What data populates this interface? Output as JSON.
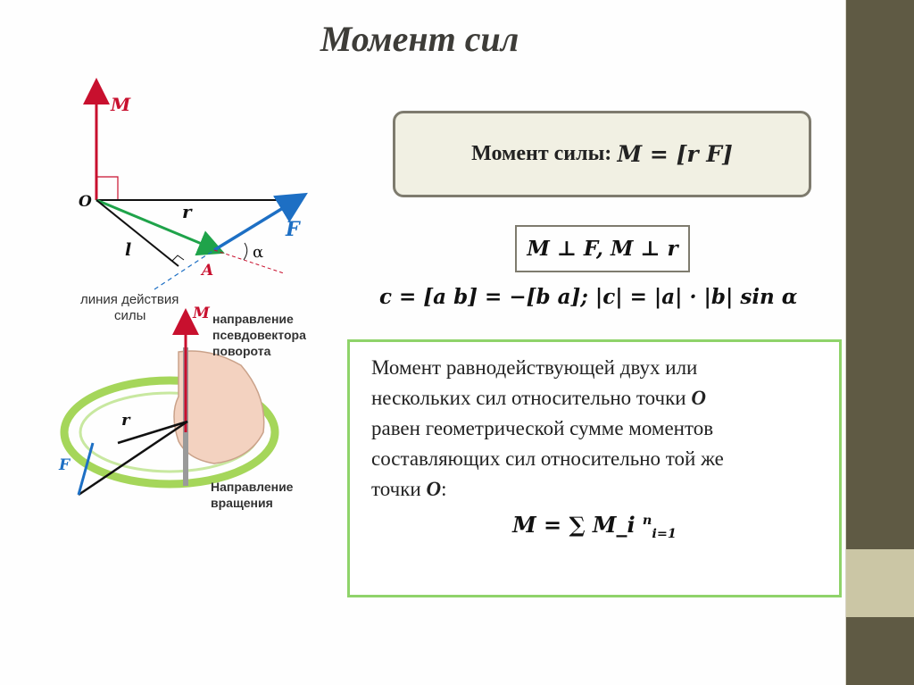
{
  "title": "Момент сил",
  "formula_box": {
    "label": "Момент силы:",
    "equation": "M = [r F]"
  },
  "perp_box": {
    "text": "M ⊥ F, M ⊥ r"
  },
  "cross_product_line": "c = [a b] = −[b a]; |c| = |a| · |b| sin α",
  "green_box": {
    "text_line1": "Момент равнодействующей двух или",
    "text_line2_a": "нескольких сил относительно точки ",
    "text_line2_b": "O",
    "text_line3": "равен геометрической сумме моментов",
    "text_line4": "составляющих сил относительно той же",
    "text_line5_a": "точки ",
    "text_line5_b": "O",
    "text_line5_c": ":",
    "sum_formula": "M = ∑ M_i",
    "sum_upper": "n",
    "sum_lower": "i=1"
  },
  "figure_top": {
    "label_M": "M",
    "label_O": "O",
    "label_r": "r",
    "label_l": "l",
    "label_F": "F",
    "label_A": "A",
    "label_alpha": "α",
    "caption_line1": "линия действия",
    "caption_line2": "силы"
  },
  "figure_bottom": {
    "label_M": "M",
    "label_r": "r",
    "label_F": "F",
    "note1_line1": "направление",
    "note1_line2": "псевдовектора",
    "note1_line3": "поворота",
    "note2_line1": "Направление",
    "note2_line2": "вращения"
  },
  "colors": {
    "sidebar": "#5f5a44",
    "sidebar_accent": "#cbc6a5",
    "green_border": "#8fd36a",
    "formula_bg": "#f1f0e3",
    "vector_M": "#c8102e",
    "vector_r": "#1fa34a",
    "vector_F": "#1d6fc4"
  }
}
